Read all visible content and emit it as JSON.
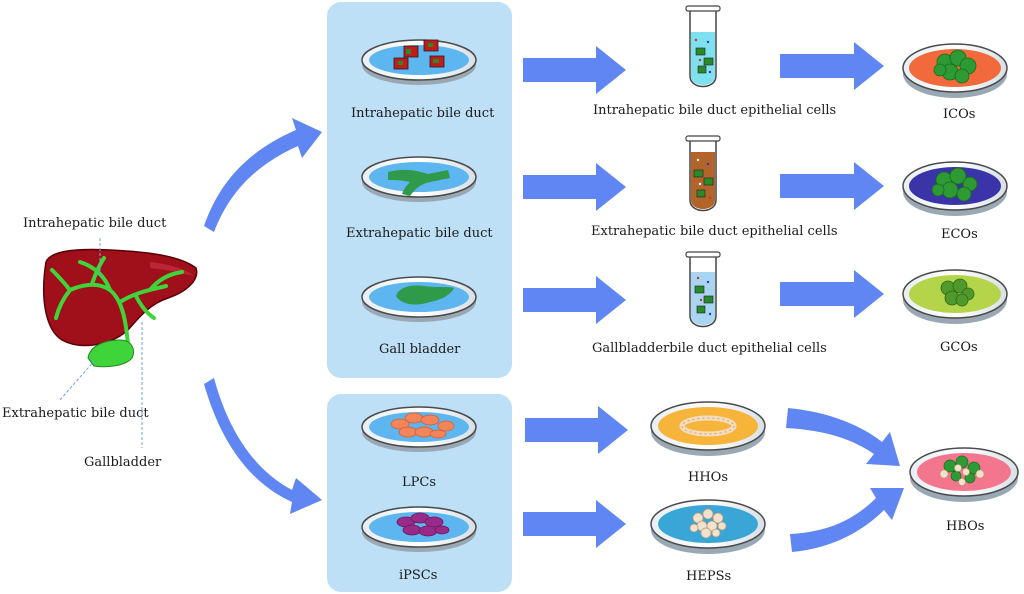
{
  "liver": {
    "labels": {
      "intrahepatic": "Intrahepatic bile duct",
      "extrahepatic": "Extrahepatic bile duct",
      "gallbladder": "Gallbladder"
    },
    "colors": {
      "liver": "#a0101a",
      "duct": "#3fd43a",
      "gallbladder": "#3fd43a"
    }
  },
  "panels": {
    "top": {
      "items": [
        {
          "label": "Intrahepatic bile duct",
          "content": "tissue-cubes"
        },
        {
          "label": "Extrahepatic bile duct",
          "content": "duct-shape"
        },
        {
          "label": "Gall bladder",
          "content": "gallbladder-shape"
        }
      ]
    },
    "bottom": {
      "items": [
        {
          "label": "LPCs",
          "content": "orange-cells"
        },
        {
          "label": "iPSCs",
          "content": "purple-cells"
        }
      ]
    }
  },
  "cells": [
    {
      "label": "Intrahepatic bile duct epithelial cells",
      "fluid": "#7fe0ef"
    },
    {
      "label": "Extrahepatic bile duct epithelial cells",
      "fluid": "#b2642a"
    },
    {
      "label": "Gallbladderbile duct epithelial cells",
      "fluid": "#a9d4f2"
    }
  ],
  "organoids": [
    {
      "label": "ICOs",
      "medium": "#f26a3c",
      "cluster": "#2e9a34"
    },
    {
      "label": "ECOs",
      "medium": "#3a34a8",
      "cluster": "#2e9a34"
    },
    {
      "label": "GCOs",
      "medium": "#b4d44a",
      "cluster": "#4f9a2a"
    }
  ],
  "hepatic": [
    {
      "label": "HHOs",
      "medium": "#f6b43a"
    },
    {
      "label": "HEPSs",
      "medium": "#3aa6d8"
    }
  ],
  "hbo": {
    "label": "HBOs",
    "medium": "#f3758e"
  },
  "colors": {
    "arrow": "#5f86f2",
    "panel": "#bde0f7",
    "dish_liquid": "#5db6f0"
  }
}
